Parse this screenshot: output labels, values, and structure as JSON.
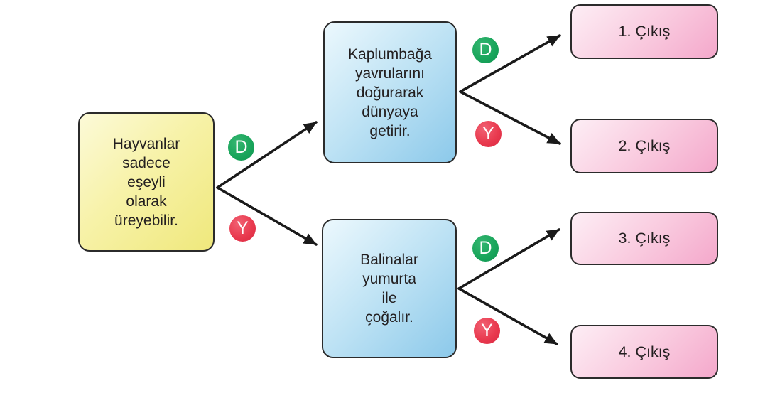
{
  "diagram": {
    "kind": "true-false-decision-tree",
    "nodes": {
      "root": {
        "text": "Hayvanlar\nsadece\neşeyli\nolarak\nüreyebilir."
      },
      "turtle": {
        "text": "Kaplumbağa\nyavrularını\ndoğurarak\ndünyaya\ngetirir."
      },
      "whale": {
        "text": "Balinalar\nyumurta\nile\nçoğalır."
      },
      "exit1": {
        "text": "1. Çıkış"
      },
      "exit2": {
        "text": "2. Çıkış"
      },
      "exit3": {
        "text": "3. Çıkış"
      },
      "exit4": {
        "text": "4. Çıkış"
      }
    },
    "badges": {
      "true_label": "D",
      "false_label": "Y"
    },
    "colors": {
      "true_badge": "#1aa65c",
      "false_badge": "#e93a4f",
      "root_fill_start": "#fcfad8",
      "root_fill_end": "#efe87c",
      "statement_fill_start": "#ecf8fd",
      "statement_fill_end": "#8cc9ea",
      "exit_fill_start": "#fdeef5",
      "exit_fill_end": "#f4a8cb",
      "border": "#2b2b2b",
      "arrow": "#1a1a1a",
      "text": "#231f20"
    }
  }
}
